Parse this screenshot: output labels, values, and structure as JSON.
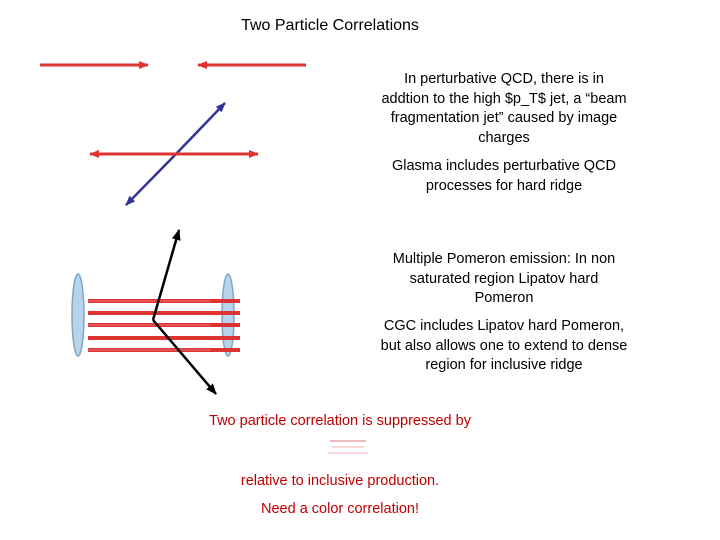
{
  "title": "Two Particle Correlations",
  "text_blocks": {
    "perturbative": "In perturbative QCD, there is in addtion to the high $p_T$ jet, a “beam fragmentation jet” caused by image charges",
    "glasma": "Glasma includes perturbative QCD processes for hard ridge",
    "pomeron": "Multiple Pomeron emission:  In non saturated region Lipatov hard Pomeron",
    "cgc": "CGC includes Lipatov hard Pomeron, but also allows one to extend to dense region for inclusive ridge",
    "suppressed": "Two particle correlation is suppressed by",
    "relative": "relative to inclusive production.",
    "need": "Need a color correlation!"
  },
  "colors": {
    "red_line": "#dd3333",
    "blue_line": "#333399",
    "black_line": "#000000",
    "disk_fill": "#b8d4ea",
    "disk_stroke": "#7fa6c6",
    "red_text": "#c00000"
  }
}
